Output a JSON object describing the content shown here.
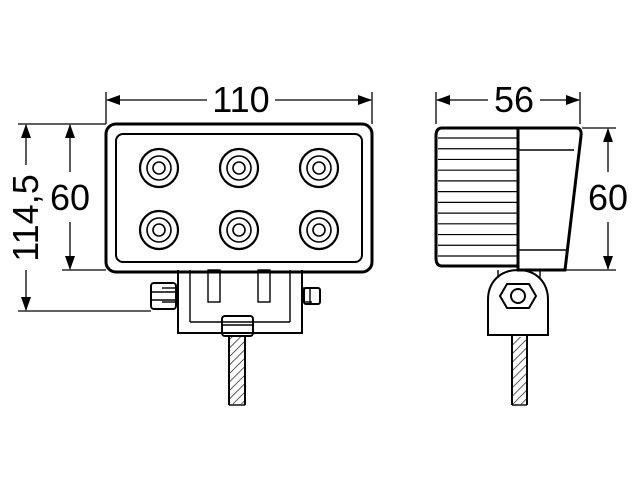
{
  "dimensions": {
    "front_width": "110",
    "overall_height": "114,5",
    "front_housing_height": "60",
    "side_depth": "56",
    "side_housing_height": "60"
  },
  "views": {
    "front": {
      "led_count": 6,
      "led_rows": 2,
      "led_cols": 3
    },
    "side": {
      "fin_count": 12
    }
  },
  "colors": {
    "line": "#000000",
    "background": "#ffffff"
  }
}
